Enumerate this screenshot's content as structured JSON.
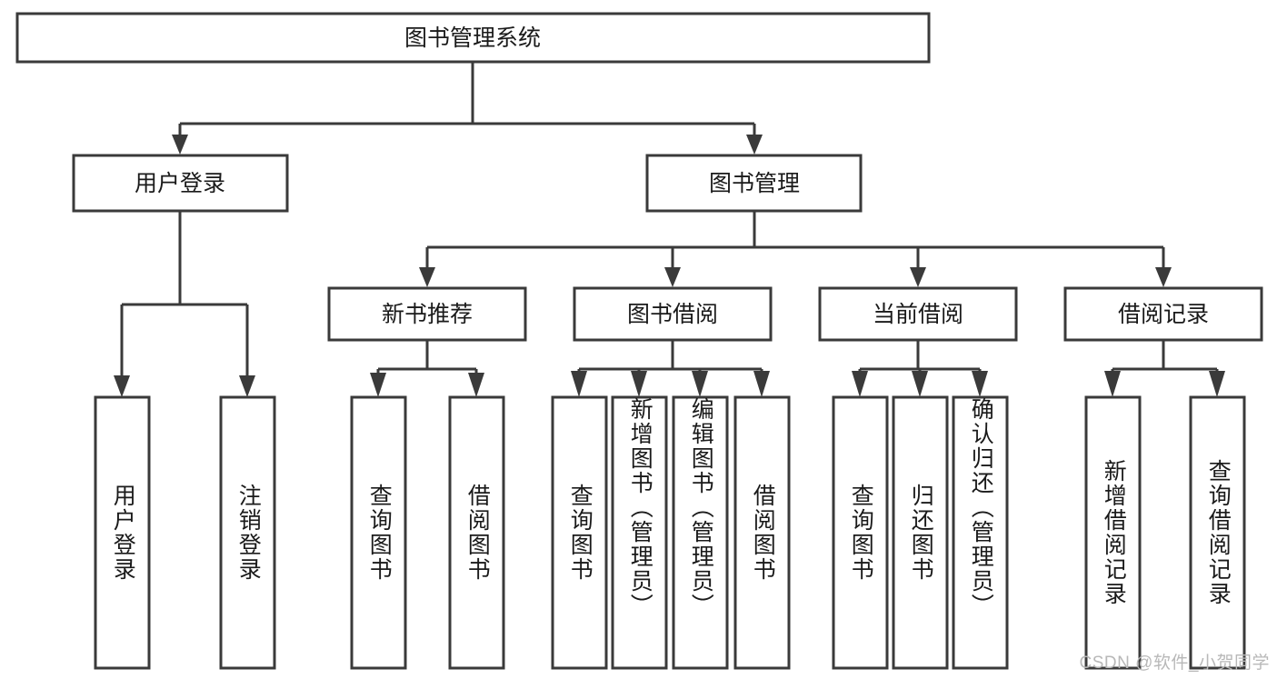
{
  "diagram": {
    "title": "图书管理系统",
    "type": "tree",
    "root": {
      "label": "图书管理系统",
      "orientation": "horizontal"
    },
    "level2": [
      {
        "label": "用户登录",
        "orientation": "horizontal"
      },
      {
        "label": "图书管理",
        "orientation": "horizontal"
      }
    ],
    "level3": [
      {
        "label": "新书推荐",
        "orientation": "horizontal"
      },
      {
        "label": "图书借阅",
        "orientation": "horizontal"
      },
      {
        "label": "当前借阅",
        "orientation": "horizontal"
      },
      {
        "label": "借阅记录",
        "orientation": "horizontal"
      }
    ],
    "leaves": {
      "user_login": [
        {
          "label": "用户登录",
          "orientation": "vertical"
        },
        {
          "label": "注销登录",
          "orientation": "vertical"
        }
      ],
      "new_book_recommend": [
        {
          "label": "查询图书",
          "orientation": "vertical"
        },
        {
          "label": "借阅图书",
          "orientation": "vertical"
        }
      ],
      "book_borrow": [
        {
          "label": "查询图书",
          "orientation": "vertical"
        },
        {
          "label": "新增图书（管理员）",
          "orientation": "vertical"
        },
        {
          "label": "编辑图书（管理员）",
          "orientation": "vertical"
        },
        {
          "label": "借阅图书",
          "orientation": "vertical"
        }
      ],
      "current_borrow": [
        {
          "label": "查询图书",
          "orientation": "vertical"
        },
        {
          "label": "归还图书",
          "orientation": "vertical"
        },
        {
          "label": "确认归还（管理员）",
          "orientation": "vertical"
        }
      ],
      "borrow_record": [
        {
          "label": "新增借阅记录",
          "orientation": "vertical"
        },
        {
          "label": "查询借阅记录",
          "orientation": "vertical"
        }
      ]
    },
    "colors": {
      "box_fill": "#ffffff",
      "box_stroke": "#3a3a3a",
      "text": "#1a1a1a",
      "background": "#ffffff",
      "watermark": "#b8b8b8"
    }
  },
  "watermark": {
    "text": "CSDN @软件_小贺同学"
  }
}
